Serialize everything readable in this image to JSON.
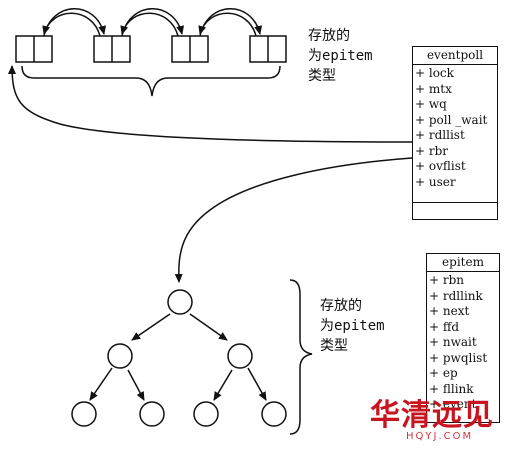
{
  "top_caption": [
    "存放的",
    "为epitem",
    "类型"
  ],
  "tree_caption": [
    "存放的",
    "为epitem",
    "类型"
  ],
  "eventpoll": {
    "title": "eventpoll",
    "fields": [
      "+ lock",
      "+ mtx",
      "+ wq",
      "+ poll _wait",
      "+ rdllist",
      "+ rbr",
      "+ ovflist",
      "+ user"
    ]
  },
  "epitem": {
    "title": "epitem",
    "fields": [
      "+ rbn",
      "+ rdllink",
      "+ next",
      "+ ffd",
      "+ nwait",
      "+ pwqlist",
      "+ ep",
      "+ fllink",
      "+ event"
    ]
  },
  "watermark": {
    "text": "华清远见",
    "sub": "HQYJ.COM",
    "color": "#c8141e"
  }
}
